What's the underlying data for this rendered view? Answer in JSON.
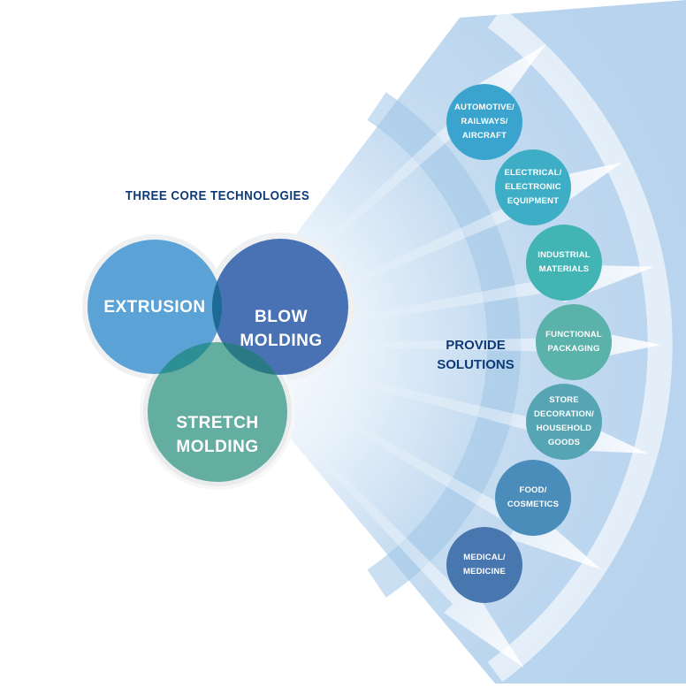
{
  "heading": "THREE CORE TECHNOLOGIES",
  "core_technologies": [
    {
      "id": "extrusion",
      "label": "EXTRUSION"
    },
    {
      "id": "blow-molding",
      "label": "BLOW\nMOLDING"
    },
    {
      "id": "stretch-molding",
      "label": "STRETCH\nMOLDING"
    }
  ],
  "center_label": "PROVIDE\nSOLUTIONS",
  "applications": [
    {
      "id": "automotive",
      "label": "AUTOMOTIVE/\nRAILWAYS/\nAIRCRAFT"
    },
    {
      "id": "electrical",
      "label": "ELECTRICAL/\nELECTRONIC\nEQUIPMENT"
    },
    {
      "id": "industrial",
      "label": "INDUSTRIAL\nMATERIALS"
    },
    {
      "id": "functional",
      "label": "FUNCTIONAL\nPACKAGING"
    },
    {
      "id": "store",
      "label": "STORE\nDECORATION/\nHOUSEHOLD\nGOODS"
    },
    {
      "id": "food",
      "label": "FOOD/\nCOSMETICS"
    },
    {
      "id": "medical",
      "label": "MEDICAL/\nMEDICINE"
    }
  ],
  "colors": {
    "heading": "#0f3a78",
    "extrusion": "#5ba2d6",
    "blow_molding": "#4872b4",
    "stretch_molding": "#63ada1",
    "overlap": "#1d6a8a",
    "applications": [
      "#3aa4cf",
      "#3eaec7",
      "#43b4b4",
      "#5ab2aa",
      "#55a5b4",
      "#4b8dba",
      "#4876ae"
    ]
  }
}
